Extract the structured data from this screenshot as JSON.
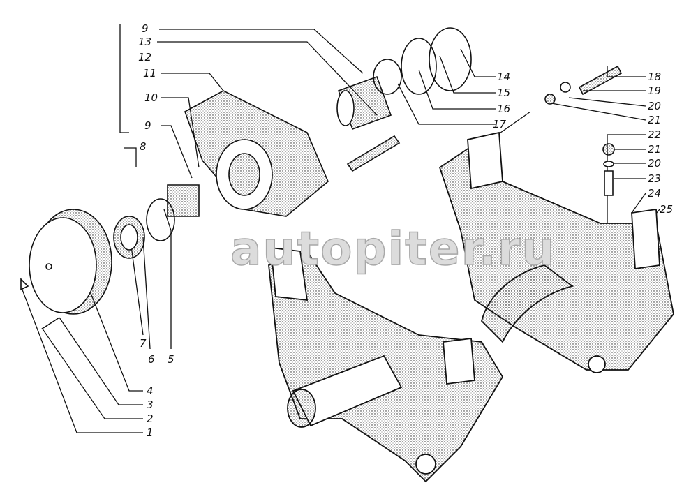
{
  "watermark": "autopiter.ru",
  "callouts": {
    "left_top": [
      "9",
      "13",
      "12",
      "11",
      "10",
      "9",
      "8"
    ],
    "right_upper": [
      "14",
      "15",
      "16",
      "17"
    ],
    "right_side": [
      "18",
      "19",
      "20",
      "21",
      "22",
      "21",
      "20",
      "23",
      "24",
      "25"
    ],
    "bottom_left": [
      "7",
      "6",
      "5",
      "4",
      "3",
      "2",
      "1"
    ]
  },
  "colors": {
    "ink": "#111111",
    "watermark": "#bbbbbb"
  }
}
